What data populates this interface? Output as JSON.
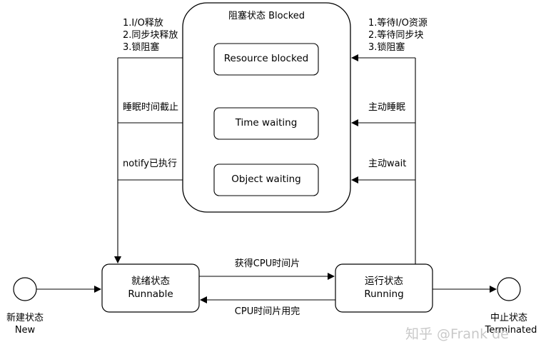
{
  "blocked_container": {
    "title": "阻塞状态 Blocked"
  },
  "blocked_substates": [
    "Resource blocked",
    "Time waiting",
    "Object waiting"
  ],
  "states": {
    "new": {
      "label_cn": "新建状态",
      "label_en": "New"
    },
    "runnable": {
      "label_cn": "就绪状态",
      "label_en": "Runnable"
    },
    "running": {
      "label_cn": "运行状态",
      "label_en": "Running"
    },
    "terminated": {
      "label_cn": "中止状态",
      "label_en": "Terminated"
    }
  },
  "transitions": {
    "to_runnable_from_blocked": [
      "1.I/O释放",
      "2.同步块释放",
      "3.锁阻塞"
    ],
    "sleep_expired": "睡眠时间截止",
    "notify_done": "notify已执行",
    "to_blocked_from_running": [
      "1.等待I/O资源",
      "2.等待同步块",
      "3.锁阻塞"
    ],
    "active_sleep": "主动睡眠",
    "active_wait": "主动wait",
    "get_cpu_slice": "获得CPU时间片",
    "cpu_slice_done": "CPU时间片用完"
  },
  "watermark": "知乎 @Frank de"
}
